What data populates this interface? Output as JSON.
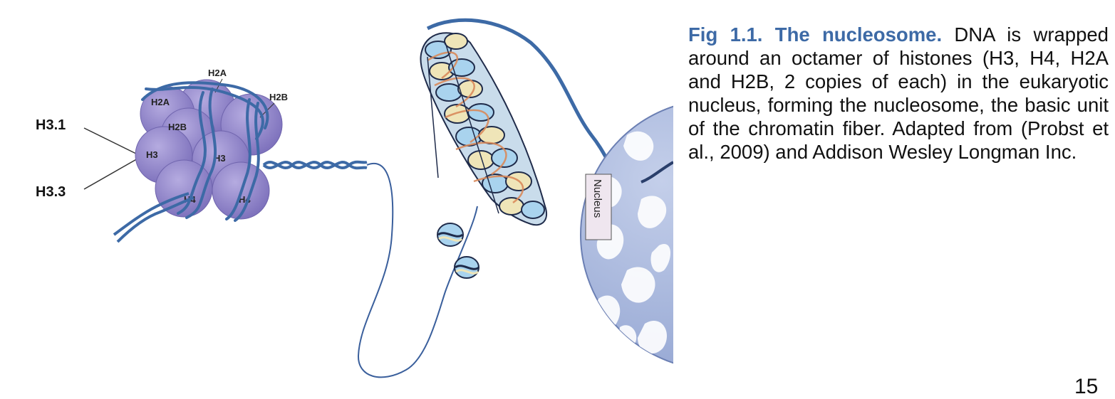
{
  "figure": {
    "isoform_labels": [
      "H3.1",
      "H3.3"
    ],
    "histone_labels": {
      "h2a_top": "H2A",
      "h2a_left": "H2A",
      "h2b_right": "H2B",
      "h2b_inner": "H2B",
      "h3_left": "H3",
      "h3_inner": "H3",
      "h4_left": "H4",
      "h4_right": "H4"
    },
    "nucleus_label": "Nucleus",
    "colors": {
      "histone": "#9b8fd0",
      "dna": "#3d6aa6",
      "nucleus": "#a9b8dc",
      "fiber_light": "#a9d3ee",
      "fiber_cream": "#efe5b8",
      "fiber_orange": "#d98a5b"
    }
  },
  "caption": {
    "lead": "Fig 1.1. The nucleosome.",
    "body": " DNA is wrapped around an octamer of histones (H3, H4, H2A and H2B, 2 copies of each) in the eukaryotic nucleus, forming the nucleosome, the basic unit of the chromatin fiber. Adapted from (Probst et al., 2009) and Addison Wesley Longman Inc."
  },
  "page_number": "15"
}
